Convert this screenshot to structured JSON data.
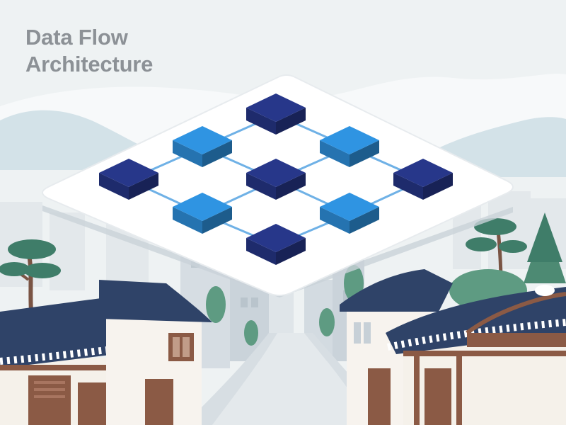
{
  "title": {
    "line1": "Data Flow",
    "line2": "Architecture"
  },
  "colors": {
    "sky": "#eef2f3",
    "mountain": "#d7e4ea",
    "platform": "#ffffff",
    "node_dark": "#27378a",
    "node_light": "#2f94e2",
    "connector": "#6fb1e6",
    "roof_tile": "#2f4368",
    "wall_cream": "#f5f1ea",
    "timber": "#8b5a45",
    "tree": "#4d8a73",
    "road": "#e9edef",
    "title_text": "#8c9196"
  },
  "diagram": {
    "nodes": [
      {
        "id": "top",
        "tone": "dark"
      },
      {
        "id": "upper-left",
        "tone": "light"
      },
      {
        "id": "upper-right",
        "tone": "light"
      },
      {
        "id": "far-left",
        "tone": "dark"
      },
      {
        "id": "center",
        "tone": "dark"
      },
      {
        "id": "far-right",
        "tone": "dark"
      },
      {
        "id": "lower-left",
        "tone": "light"
      },
      {
        "id": "lower-right",
        "tone": "light"
      },
      {
        "id": "bottom",
        "tone": "dark"
      }
    ],
    "edges": [
      [
        "top",
        "upper-left"
      ],
      [
        "top",
        "upper-right"
      ],
      [
        "upper-left",
        "far-left"
      ],
      [
        "upper-left",
        "center"
      ],
      [
        "upper-right",
        "center"
      ],
      [
        "upper-right",
        "far-right"
      ],
      [
        "far-left",
        "lower-left"
      ],
      [
        "center",
        "lower-left"
      ],
      [
        "center",
        "lower-right"
      ],
      [
        "far-right",
        "lower-right"
      ],
      [
        "lower-left",
        "bottom"
      ],
      [
        "lower-right",
        "bottom"
      ]
    ]
  }
}
